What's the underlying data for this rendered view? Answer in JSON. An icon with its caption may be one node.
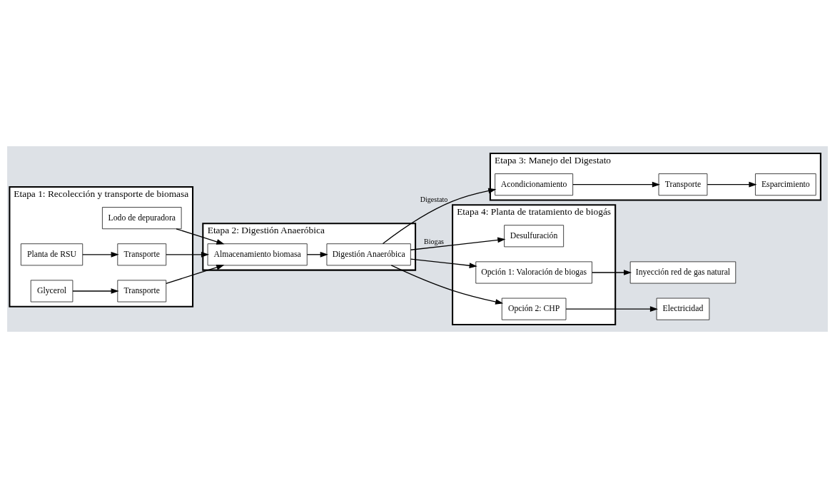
{
  "diagram": {
    "nodes": [
      {
        "text": [
          "Etapa 1: Recolección y transporte de biomasa"
        ]
      },
      {
        "text": [
          "Lodo de depuradora"
        ],
        "in": 0
      },
      {
        "text": [
          "Planta de RSU"
        ],
        "in": 0
      },
      {
        "text": [
          "Transporte"
        ],
        "in": 0
      },
      {
        "text": [
          "Glycerol"
        ],
        "in": 0
      },
      {
        "text": [
          "Transporte"
        ],
        "in": 0
      },
      {
        "text": [
          "Etapa 2: Digestión Anaeróbica"
        ]
      },
      {
        "text": [
          "Almacenamiento biomasa"
        ],
        "in": 6
      },
      {
        "text": [
          "Digestión Anaeróbica"
        ],
        "in": 6
      },
      {
        "text": [
          "Etapa 3: Manejo del Digestato"
        ]
      },
      {
        "text": [
          "Acondicionamiento"
        ],
        "in": 9
      },
      {
        "text": [
          "Transporte"
        ],
        "in": 9
      },
      {
        "text": [
          "Esparcimiento"
        ],
        "in": 9
      },
      {
        "text": [
          "Etapa 4: Planta de tratamiento de biogás"
        ]
      },
      {
        "text": [
          "Desulfuración"
        ],
        "in": 13
      },
      {
        "text": [
          "Opción 1: Valoración de biogas"
        ],
        "in": 13
      },
      {
        "text": [
          "Opción 2: CHP"
        ],
        "in": 13
      },
      {
        "text": [
          "Inyección red de gas natural"
        ]
      },
      {
        "text": [
          "Electricidad"
        ]
      }
    ],
    "edges": [
      {
        "from": 1,
        "to": 7,
        "arrow": "to"
      },
      {
        "from": 2,
        "to": 3,
        "arrow": "to"
      },
      {
        "from": 3,
        "to": 7,
        "arrow": "to"
      },
      {
        "from": 4,
        "to": 5,
        "arrow": "to"
      },
      {
        "from": 5,
        "to": 7,
        "arrow": "to"
      },
      {
        "from": 7,
        "to": 8,
        "arrow": "to"
      },
      {
        "from": 8,
        "to": 10,
        "arrow": "to",
        "label": "Digestato"
      },
      {
        "from": 10,
        "to": 11,
        "arrow": "to"
      },
      {
        "from": 11,
        "to": 12,
        "arrow": "to"
      },
      {
        "from": 8,
        "to": 14,
        "arrow": "to",
        "label": "Biogas"
      },
      {
        "from": 8,
        "to": 15,
        "arrow": "to"
      },
      {
        "from": 8,
        "to": 16,
        "arrow": "to"
      },
      {
        "from": 15,
        "to": 17,
        "arrow": "to"
      },
      {
        "from": 16,
        "to": 18,
        "arrow": "to"
      }
    ]
  }
}
